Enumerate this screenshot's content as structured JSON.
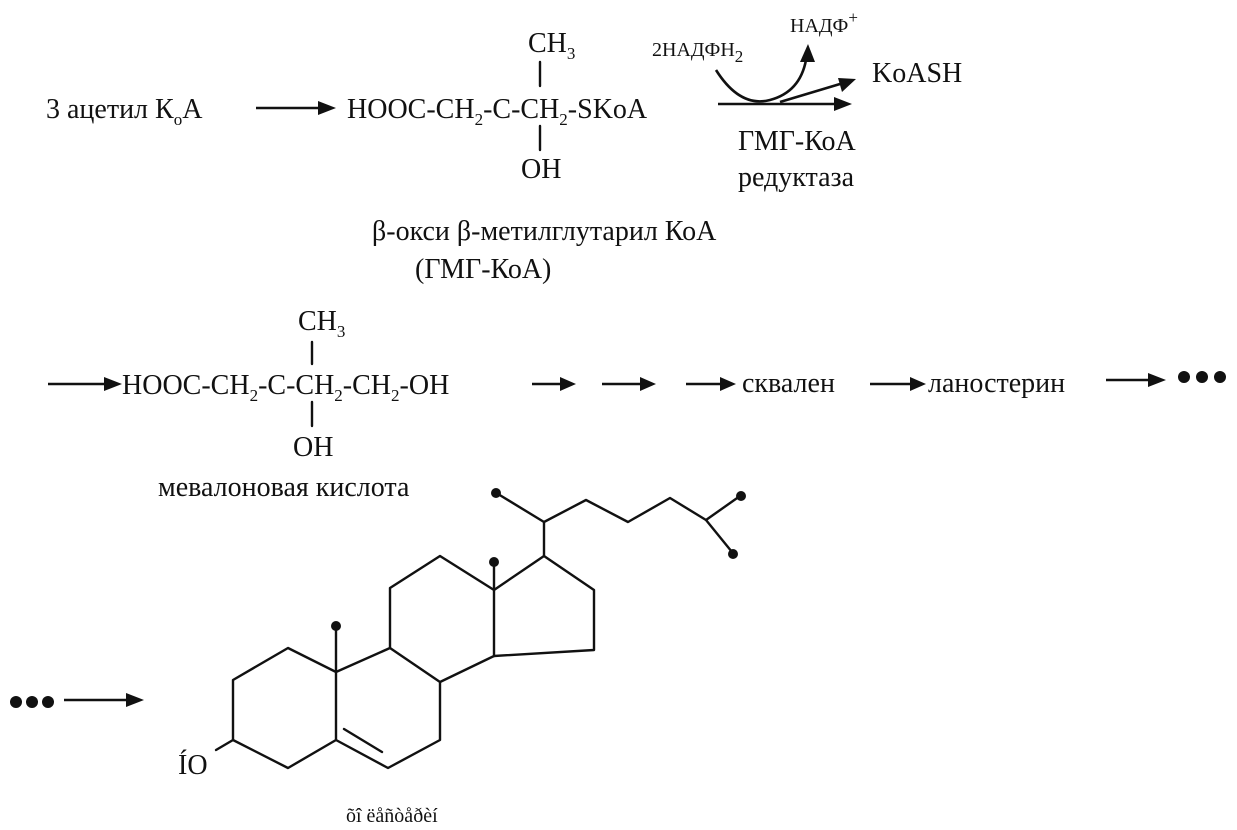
{
  "row1": {
    "start_main": "3 ацетил К",
    "start_sub": "о",
    "start_end": "А",
    "ch3": "CH",
    "ch3_sub": "3",
    "chain_a": "HOOC-CH",
    "chain_a_sub": "2",
    "chain_b": "-C-CH",
    "chain_b_sub": "2",
    "chain_c": "-SKoA",
    "oh": "OH",
    "cofactor_in_main": "2НАДФН",
    "cofactor_in_sub": "2",
    "cofactor_out_main": "НАДФ",
    "cofactor_out_sup": "+",
    "coash": "KoASH",
    "enzyme_line1": "ГМГ-КоА",
    "enzyme_line2": "редуктаза",
    "name_line1": "β-окси  β-метилглутарил КоА",
    "name_line2": "(ГМГ-КоА)"
  },
  "row2": {
    "ch3": "CH",
    "ch3_sub": "3",
    "chain_a": "HOOC-CH",
    "chain_a_sub": "2",
    "chain_b": "-C-CH",
    "chain_b_sub": "2",
    "chain_c": "-CH",
    "chain_c_sub": "2",
    "chain_d": "-OH",
    "oh": "OH",
    "name": "мевалоновая кислота",
    "squalene": "сквален",
    "lanosterol": "ланостерин"
  },
  "row3": {
    "ho_label": "ÍO",
    "product_label": "õî ëåñòåðèí"
  }
}
